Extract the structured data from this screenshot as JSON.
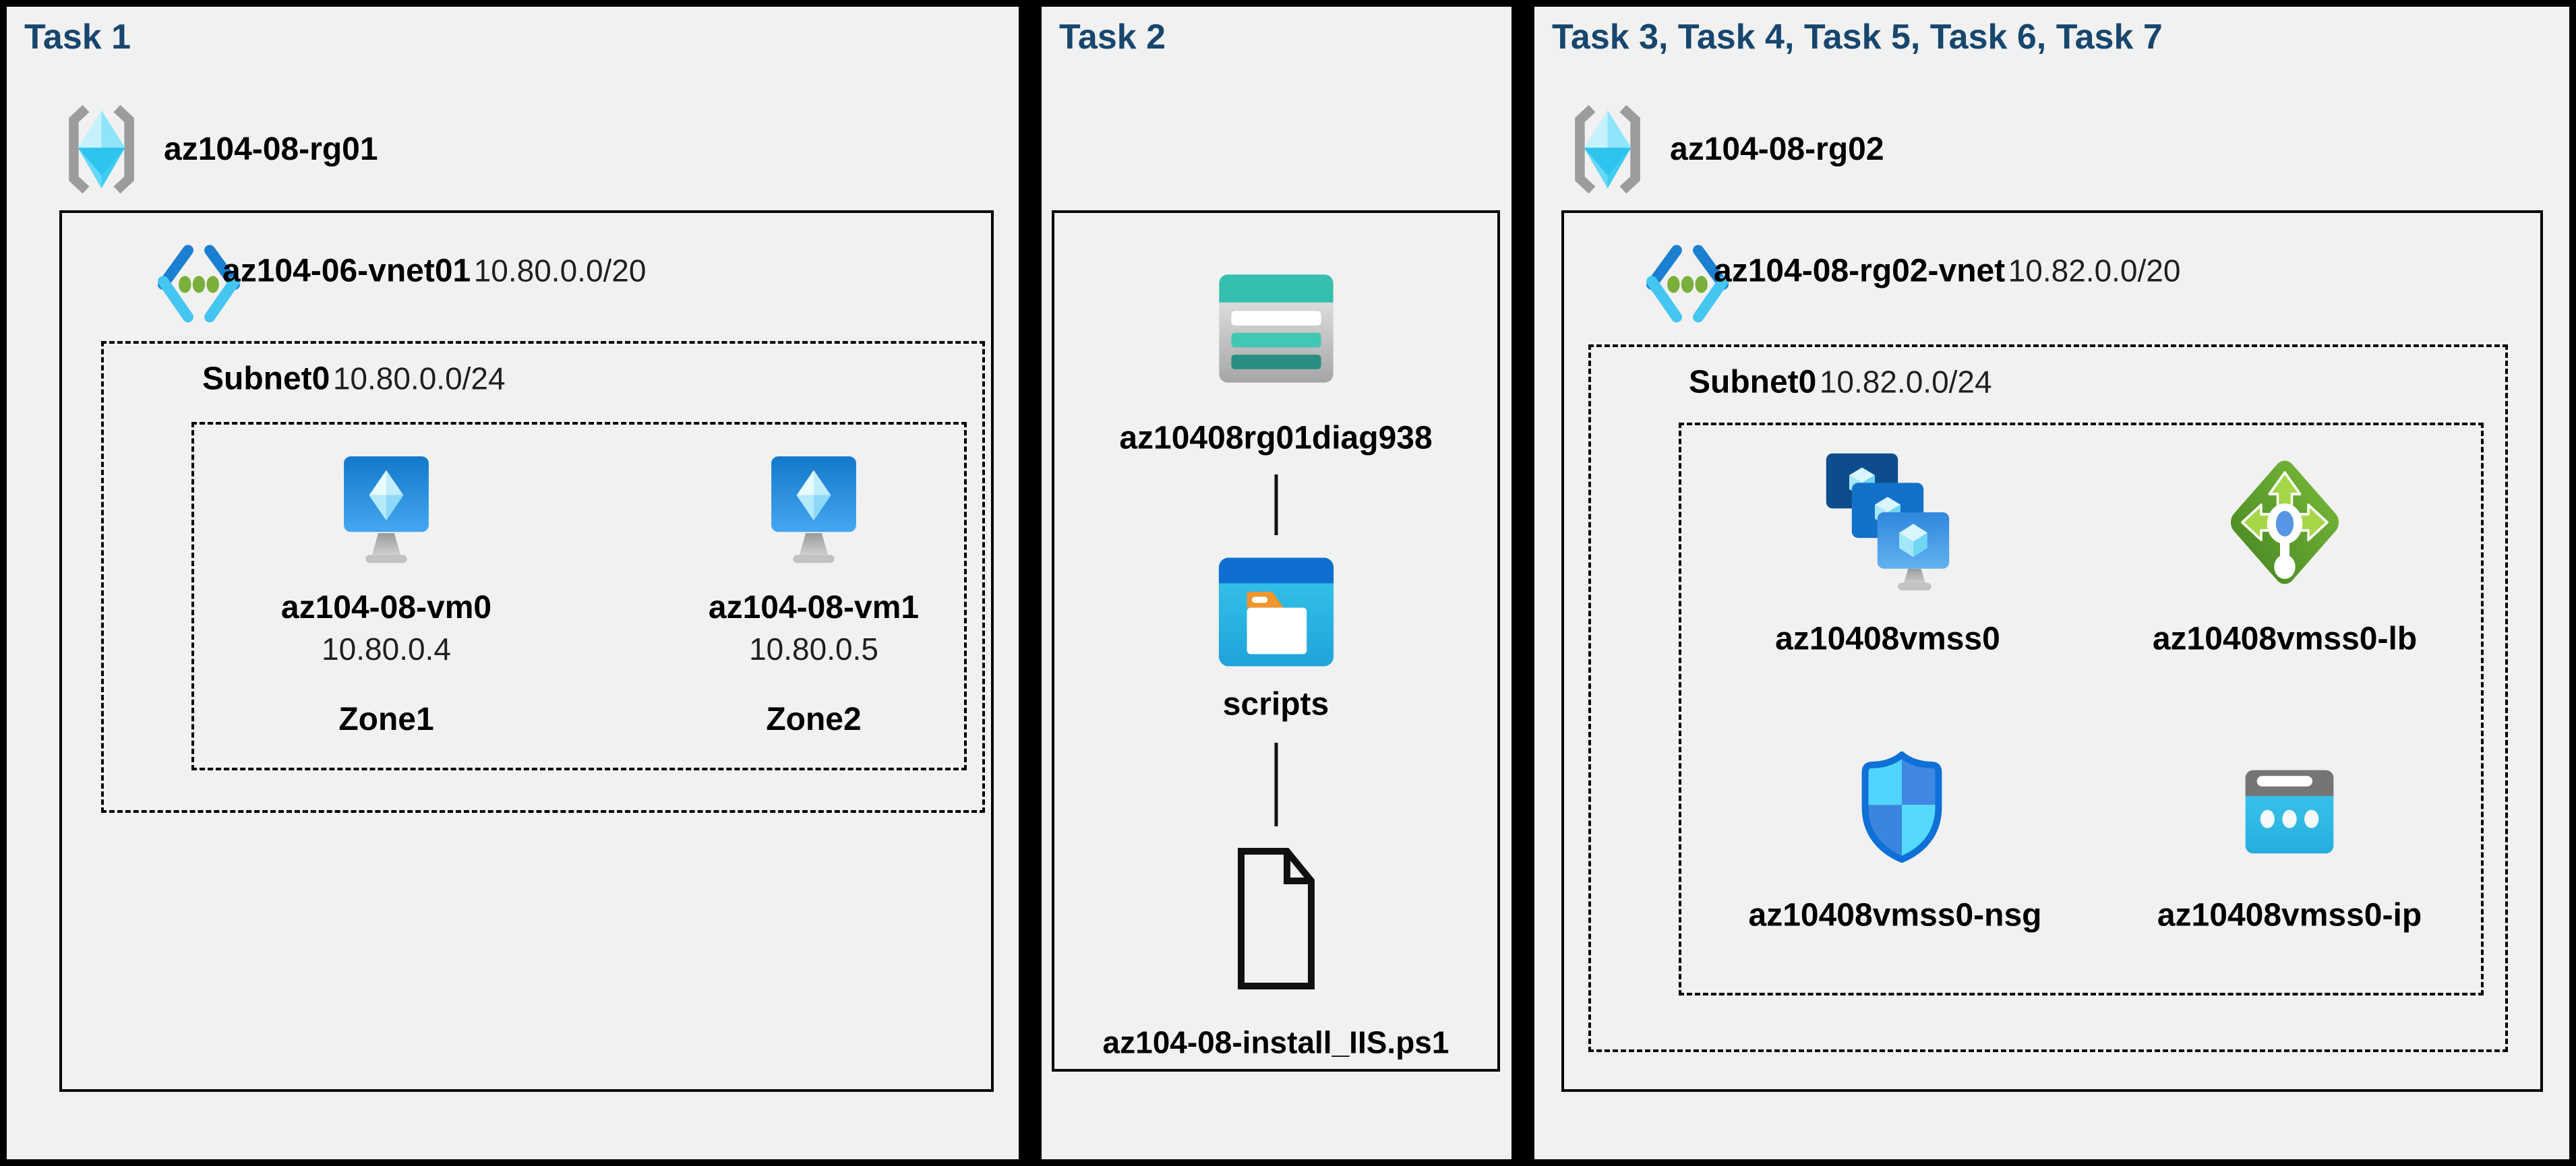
{
  "colors": {
    "page_background": "#000000",
    "panel_background": "#f1f1f1",
    "title_color": "#17466e",
    "text_color": "#000000",
    "storage_teal": "#36bfae",
    "azure_blue": "#1580d4",
    "load_balancer_green": "#5f9e2c",
    "nsg_blue": "#0f70d7",
    "public_ip_cyan": "#2fc0e8"
  },
  "icons": {
    "resource_group": "gray-brackets-with-cyan-crystal",
    "virtual_network": "blue-chevrons-with-green-dots",
    "virtual_machine": "blue-monitor-with-crystal",
    "vm_scale_set": "three-stacked-blue-monitors",
    "load_balancer": "green-diamond-with-arrows",
    "network_security_group": "blue-checkered-shield",
    "public_ip": "cyan-browser-with-dots",
    "storage_account": "teal-table-rows",
    "blob_container": "blue-window-with-folder",
    "powershell_file": "outlined-document"
  },
  "panel1": {
    "title": "Task 1",
    "resource_group": "az104-08-rg01",
    "vnet_name": "az104-06-vnet01",
    "vnet_cidr": "10.80.0.0/20",
    "subnet_name": "Subnet0",
    "subnet_cidr": "10.80.0.0/24",
    "vms": [
      {
        "name": "az104-08-vm0",
        "ip": "10.80.0.4",
        "zone": "Zone1"
      },
      {
        "name": "az104-08-vm1",
        "ip": "10.80.0.5",
        "zone": "Zone2"
      }
    ]
  },
  "panel2": {
    "title": "Task 2",
    "storage_account": "az10408rg01diag938",
    "container": "scripts",
    "file": "az104-08-install_IIS.ps1"
  },
  "panel3": {
    "title": "Task 3, Task 4, Task 5, Task 6, Task 7",
    "resource_group": "az104-08-rg02",
    "vnet_name": "az104-08-rg02-vnet",
    "vnet_cidr": "10.82.0.0/20",
    "subnet_name": "Subnet0",
    "subnet_cidr": "10.82.0.0/24",
    "resources": [
      {
        "name": "az10408vmss0",
        "type": "vm-scale-set"
      },
      {
        "name": "az10408vmss0-lb",
        "type": "load-balancer"
      },
      {
        "name": "az10408vmss0-nsg",
        "type": "network-security-group"
      },
      {
        "name": "az10408vmss0-ip",
        "type": "public-ip"
      }
    ]
  }
}
